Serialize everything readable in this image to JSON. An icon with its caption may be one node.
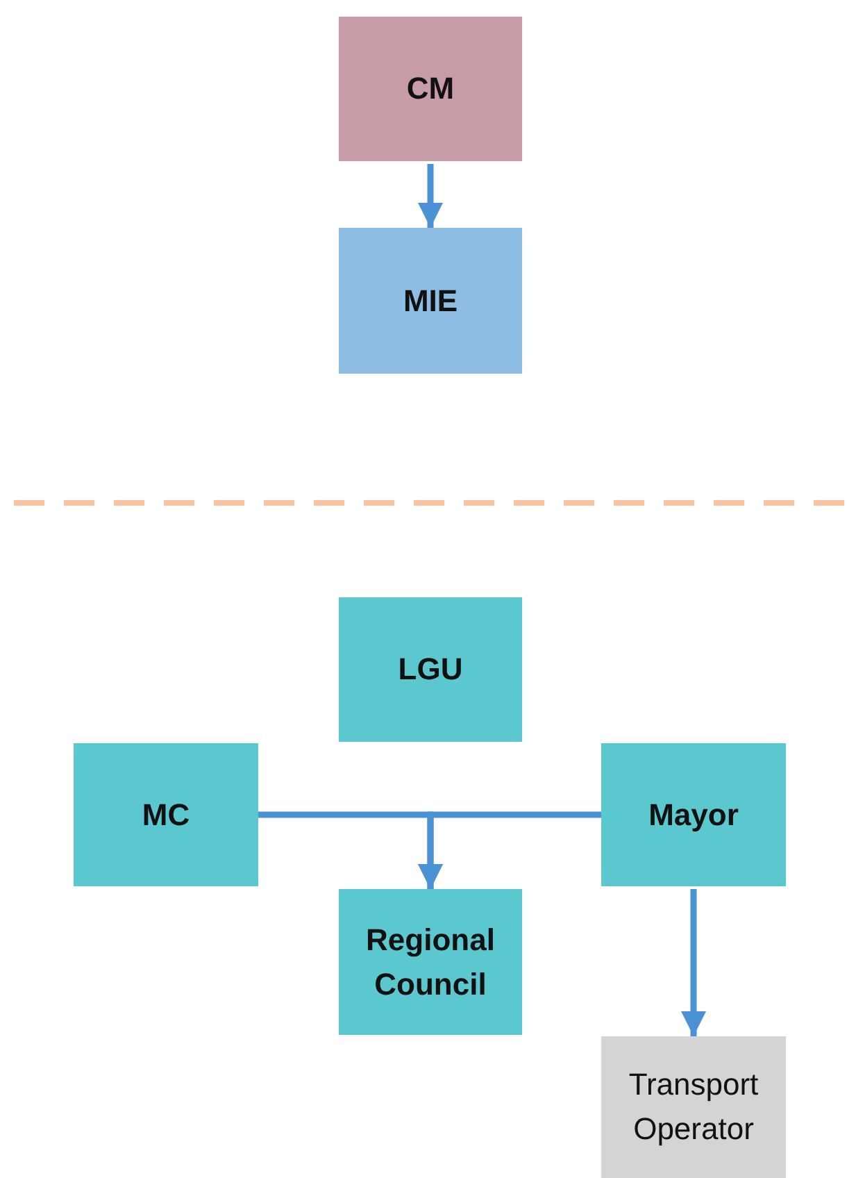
{
  "diagram": {
    "nodes": [
      {
        "text": [
          "CM"
        ]
      },
      {
        "text": [
          "MIE"
        ]
      },
      {
        "text": [
          "LGU"
        ]
      },
      {
        "text": [
          "MC"
        ]
      },
      {
        "text": [
          "Mayor"
        ]
      },
      {
        "text": [
          "Regional Council"
        ]
      },
      {
        "text": [
          "Transport Operator"
        ]
      }
    ],
    "edges": [
      {
        "from": 0,
        "to": 1,
        "arrow": "to"
      },
      {
        "from": 3,
        "to": 5,
        "arrow": "to"
      },
      {
        "from": 4,
        "to": 5,
        "arrow": "to"
      },
      {
        "from": 4,
        "to": 6,
        "arrow": "to"
      }
    ]
  }
}
